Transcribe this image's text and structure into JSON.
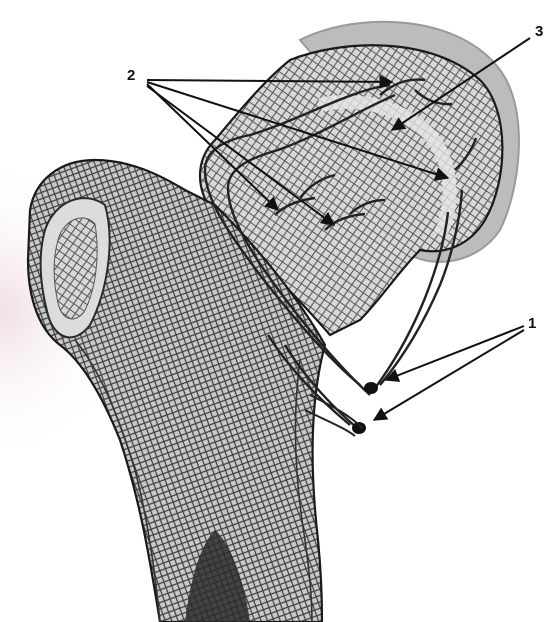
{
  "labels": {
    "one": "1",
    "two": "2",
    "three": "3"
  },
  "colors": {
    "background": "#ffffff",
    "paper_tint": "#f3e9ea",
    "bone_fill": "#e9e9e9",
    "cartilage_gray": "#bdbdbd",
    "cancellous_texture": "#3a3a3a",
    "outline": "#1a1a1a",
    "vessel": "#222222"
  },
  "icons": [
    "pointer-arrow"
  ]
}
